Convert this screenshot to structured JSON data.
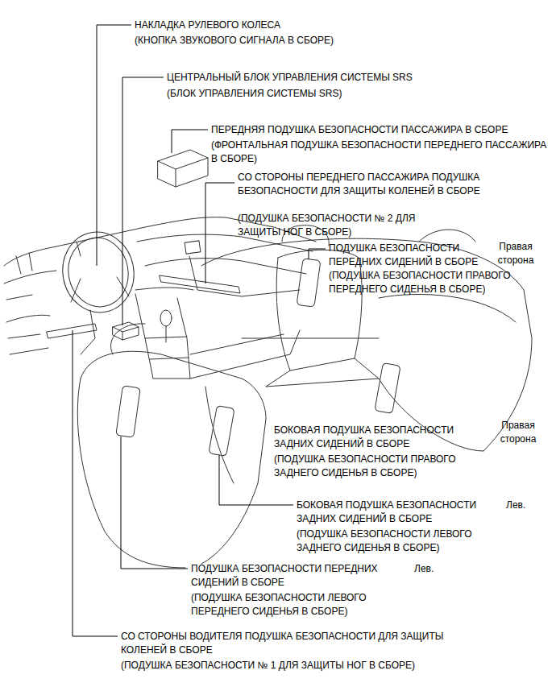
{
  "diagram": {
    "labels": [
      "НАКЛАДКА РУЛЕВОГО КОЛЕСА",
      "(КНОПКА ЗВУКОВОГО СИГНАЛА В СБОРЕ)",
      "ЦЕНТРАЛЬНЫЙ БЛОК УПРАВЛЕНИЯ СИСТЕМЫ SRS",
      "(БЛОК УПРАВЛЕНИЯ СИСТЕМЫ SRS)",
      "ПЕРЕДНЯЯ ПОДУШКА БЕЗОПАСНОСТИ ПАССАЖИРА В СБОРЕ",
      "(ФРОНТАЛЬНАЯ ПОДУШКА БЕЗОПАСНОСТИ ПЕРЕДНЕГО ПАССАЖИРА В СБОРЕ)",
      "СО СТОРОНЫ ПЕРЕДНЕГО ПАССАЖИРА ПОДУШКА БЕЗОПАСНОСТИ ДЛЯ ЗАЩИТЫ КОЛЕНЕЙ В СБОРЕ",
      "(ПОДУШКА БЕЗОПАСНОСТИ № 2 ДЛЯ ЗАЩИТЫ НОГ В СБОРЕ)",
      "ПОДУШКА БЕЗОПАСНОСТИ ПЕРЕДНИХ СИДЕНИЙ В СБОРЕ",
      "Правая сторона",
      "(ПОДУШКА БЕЗОПАСНОСТИ ПРАВОГО ПЕРЕДНЕГО СИДЕНЬЯ В СБОРЕ)",
      "БОКОВАЯ ПОДУШКА БЕЗОПАСНОСТИ ЗАДНИХ СИДЕНИЙ В СБОРЕ",
      "Правая сторона",
      "(ПОДУШКА БЕЗОПАСНОСТИ ПРАВОГО ЗАДНЕГО СИДЕНЬЯ В СБОРЕ)",
      "БОКОВАЯ ПОДУШКА БЕЗОПАСНОСТИ ЗАДНИХ СИДЕНИЙ В СБОРЕ",
      "Лев.",
      "(ПОДУШКА БЕЗОПАСНОСТИ ЛЕВОГО ЗАДНЕГО СИДЕНЬЯ В СБОРЕ)",
      "ПОДУШКА БЕЗОПАСНОСТИ ПЕРЕДНИХ СИДЕНИЙ В СБОРЕ",
      "Лев.",
      "(ПОДУШКА БЕЗОПАСНОСТИ ЛЕВОГО ПЕРЕДНЕГО СИДЕНЬЯ В СБОРЕ)",
      "СО СТОРОНЫ ВОДИТЕЛЯ ПОДУШКА БЕЗОПАСНОСТИ ДЛЯ ЗАЩИТЫ КОЛЕНЕЙ В СБОРЕ",
      "(ПОДУШКА БЕЗОПАСНОСТИ № 1 ДЛЯ ЗАЩИТЫ НОГ В СБОРЕ)"
    ]
  }
}
